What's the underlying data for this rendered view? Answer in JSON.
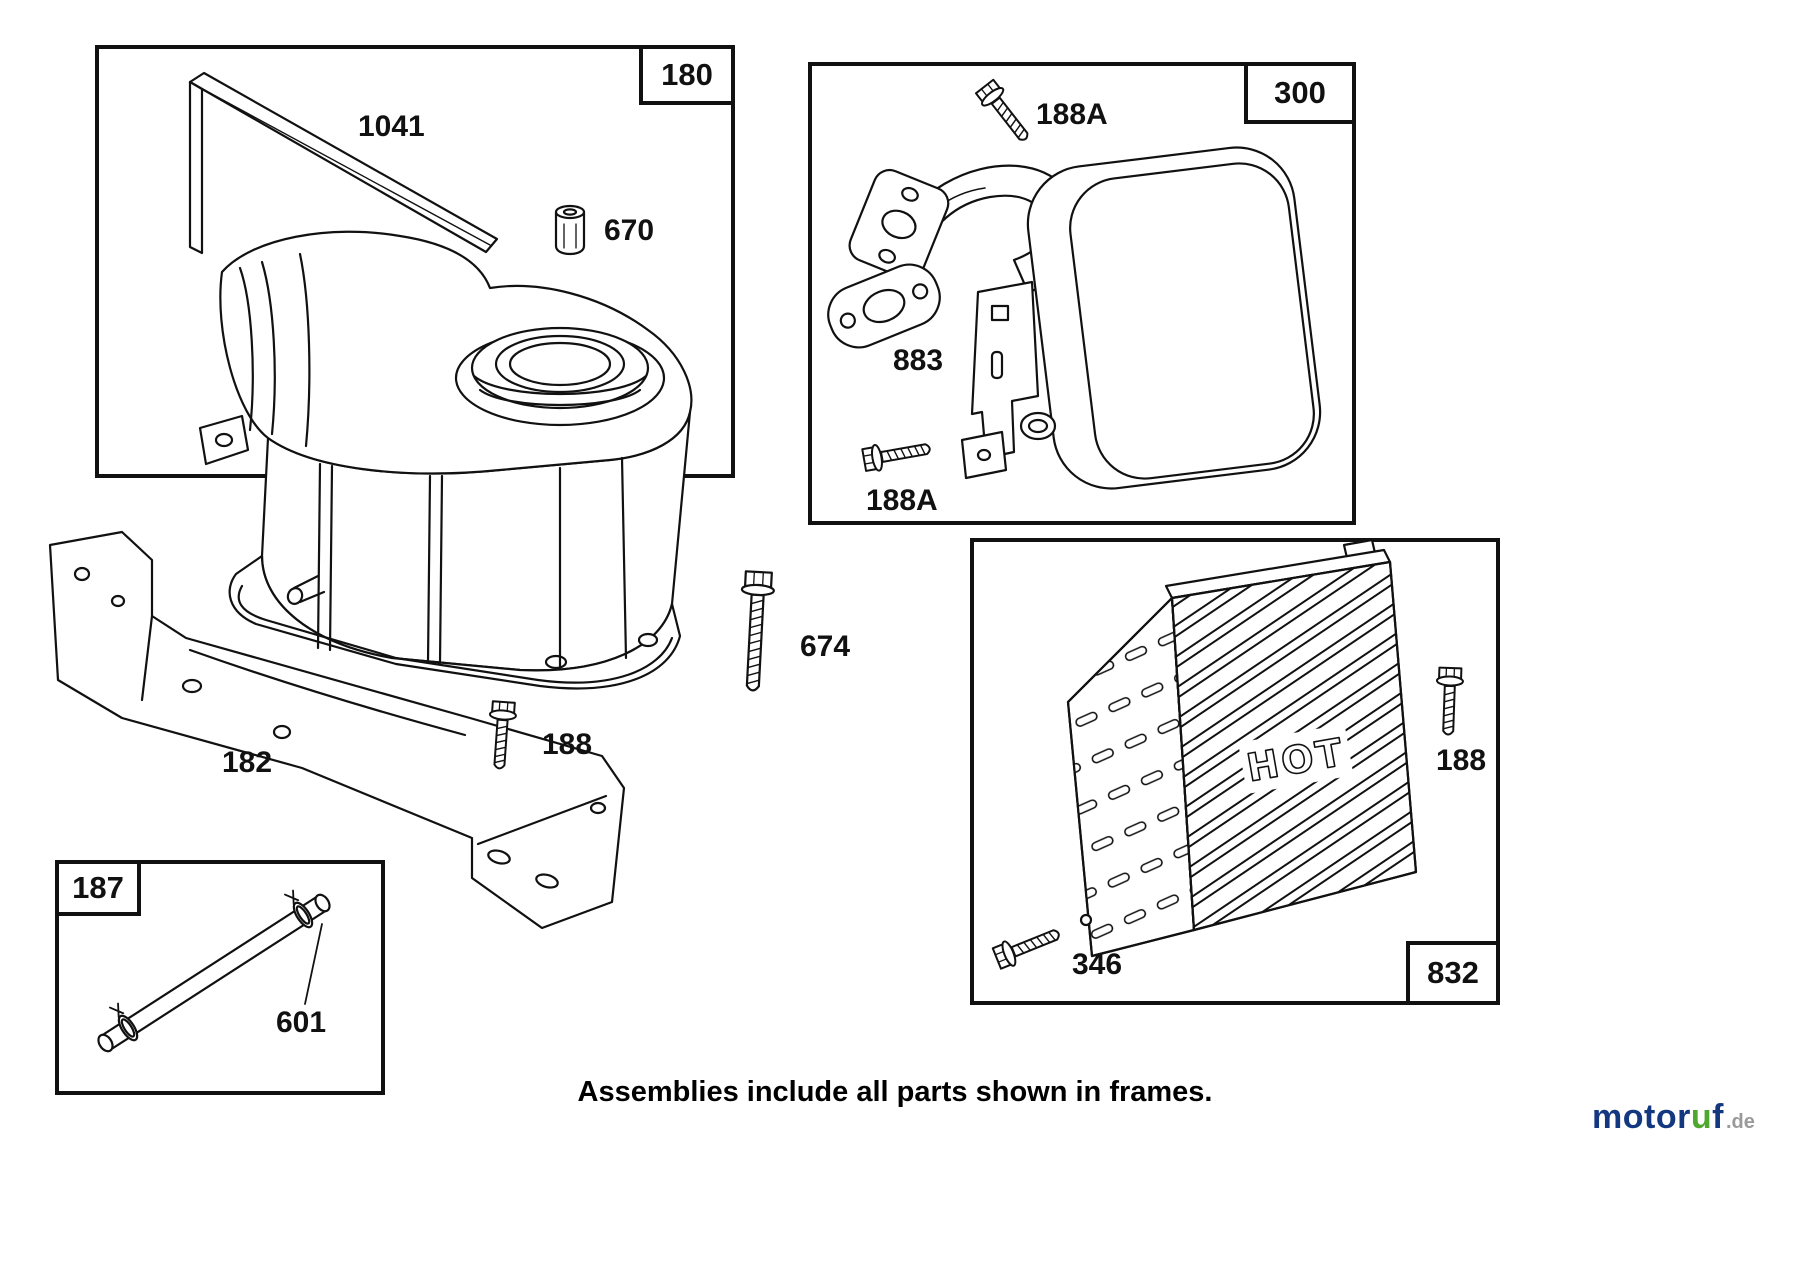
{
  "diagram": {
    "caption": "Assemblies include all parts shown in frames.",
    "frames": {
      "fuel_tank": "180",
      "muffler": "300",
      "guard": "832",
      "fuel_line": "187"
    },
    "labels": {
      "handle": "1041",
      "bushing": "670",
      "bolt_muffler_top": "188A",
      "gasket": "883",
      "bolt_muffler_bottom": "188A",
      "bolt_long": "674",
      "bolt_tank": "188",
      "bracket": "182",
      "fuel_line": "601",
      "bolt_guard": "188",
      "bolt_guard_lower": "346"
    },
    "guard_text": "HOT",
    "watermark": {
      "brand_prefix": "motor",
      "brand_accent": "u",
      "brand_suffix": "f",
      "domain": ".de",
      "brand_color": "#14387f",
      "accent_color": "#4ea72e",
      "domain_color": "#9a9a9a"
    },
    "colors": {
      "line": "#111111",
      "background": "#ffffff"
    }
  }
}
